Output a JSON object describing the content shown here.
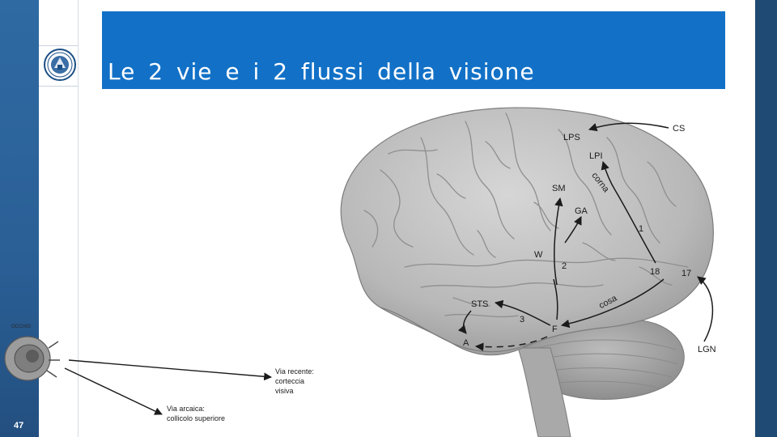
{
  "slide": {
    "title": "Le 2 vie e i 2 flussi della visione",
    "page_number": "47"
  },
  "colors": {
    "title_bar": "#1271c7",
    "sidebar": "#2a5f95",
    "sidebar_right": "#1f4a74",
    "brain": "#bdbdbd"
  },
  "figure": {
    "eye_label": "OCCHIO",
    "labels": {
      "cs": "CS",
      "lps": "LPS",
      "lpi": "LPI",
      "corna": "corna",
      "sm": "SM",
      "ga": "GA",
      "one": "1",
      "w": "W",
      "two": "2",
      "eighteen": "18",
      "seventeen": "17",
      "sts": "STS",
      "three": "3",
      "f": "F",
      "cosa": "cosa",
      "a": "A",
      "lgn": "LGN"
    },
    "via_recente": {
      "line1": "Via recente:",
      "line2": "corteccia",
      "line3": "visiva"
    },
    "via_arcaica": {
      "line1": "Via arcaica:",
      "line2": "collicolo superiore"
    }
  }
}
